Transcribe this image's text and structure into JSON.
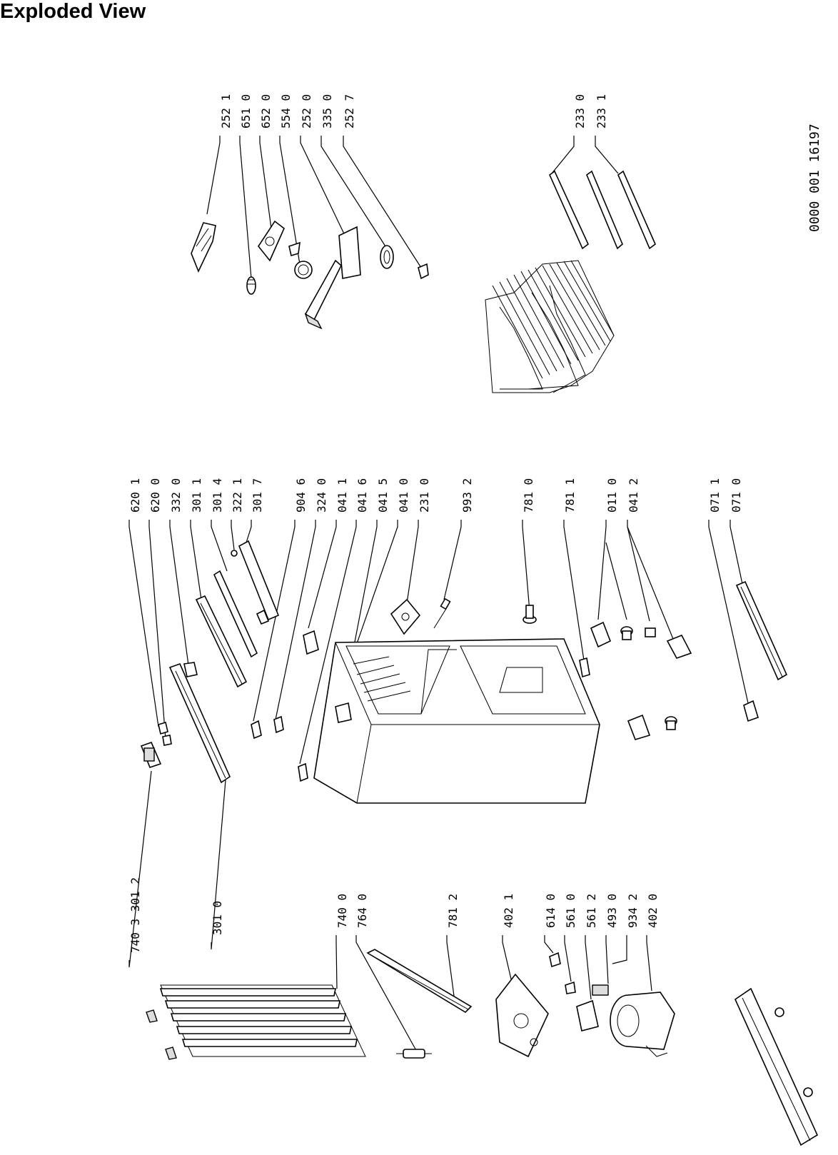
{
  "title": "Exploded View",
  "document_code": "0000 001 16197",
  "labels": [
    {
      "name": "part-252-1",
      "text": "252 1"
    },
    {
      "name": "part-651-0",
      "text": "651 0"
    },
    {
      "name": "part-652-0",
      "text": "652 0"
    },
    {
      "name": "part-554-0",
      "text": "554 0"
    },
    {
      "name": "part-252-0",
      "text": "252 0"
    },
    {
      "name": "part-335-0",
      "text": "335 0"
    },
    {
      "name": "part-252-7",
      "text": "252 7"
    },
    {
      "name": "part-233-0",
      "text": "233 0"
    },
    {
      "name": "part-233-1",
      "text": "233 1"
    },
    {
      "name": "part-620-1",
      "text": "620 1"
    },
    {
      "name": "part-620-0",
      "text": "620 0"
    },
    {
      "name": "part-332-0",
      "text": "332 0"
    },
    {
      "name": "part-301-1",
      "text": "301 1"
    },
    {
      "name": "part-301-4",
      "text": "301 4"
    },
    {
      "name": "part-322-1",
      "text": "322 1"
    },
    {
      "name": "part-301-7",
      "text": "301 7"
    },
    {
      "name": "part-904-6",
      "text": "904 6"
    },
    {
      "name": "part-324-0",
      "text": "324 0"
    },
    {
      "name": "part-041-1",
      "text": "041 1"
    },
    {
      "name": "part-041-6",
      "text": "041 6"
    },
    {
      "name": "part-041-5",
      "text": "041 5"
    },
    {
      "name": "part-041-0",
      "text": "041 0"
    },
    {
      "name": "part-231-0",
      "text": "231 0"
    },
    {
      "name": "part-993-2",
      "text": "993 2"
    },
    {
      "name": "part-781-0",
      "text": "781 0"
    },
    {
      "name": "part-781-1",
      "text": "781 1"
    },
    {
      "name": "part-011-0",
      "text": "011 0"
    },
    {
      "name": "part-041-2",
      "text": "041 2"
    },
    {
      "name": "part-071-1",
      "text": "071 1"
    },
    {
      "name": "part-071-0",
      "text": "071 0"
    },
    {
      "name": "part-740-3-301-2",
      "text": "740 3 301 2"
    },
    {
      "name": "part-301-0",
      "text": "301 0"
    },
    {
      "name": "part-740-0",
      "text": "740 0"
    },
    {
      "name": "part-764-0",
      "text": "764 0"
    },
    {
      "name": "part-781-2",
      "text": "781 2"
    },
    {
      "name": "part-402-1",
      "text": "402 1"
    },
    {
      "name": "part-614-0",
      "text": "614 0"
    },
    {
      "name": "part-561-0",
      "text": "561 0"
    },
    {
      "name": "part-561-2",
      "text": "561 2"
    },
    {
      "name": "part-493-0",
      "text": "493 0"
    },
    {
      "name": "part-934-2",
      "text": "934 2"
    },
    {
      "name": "part-402-0",
      "text": "402 0"
    }
  ]
}
